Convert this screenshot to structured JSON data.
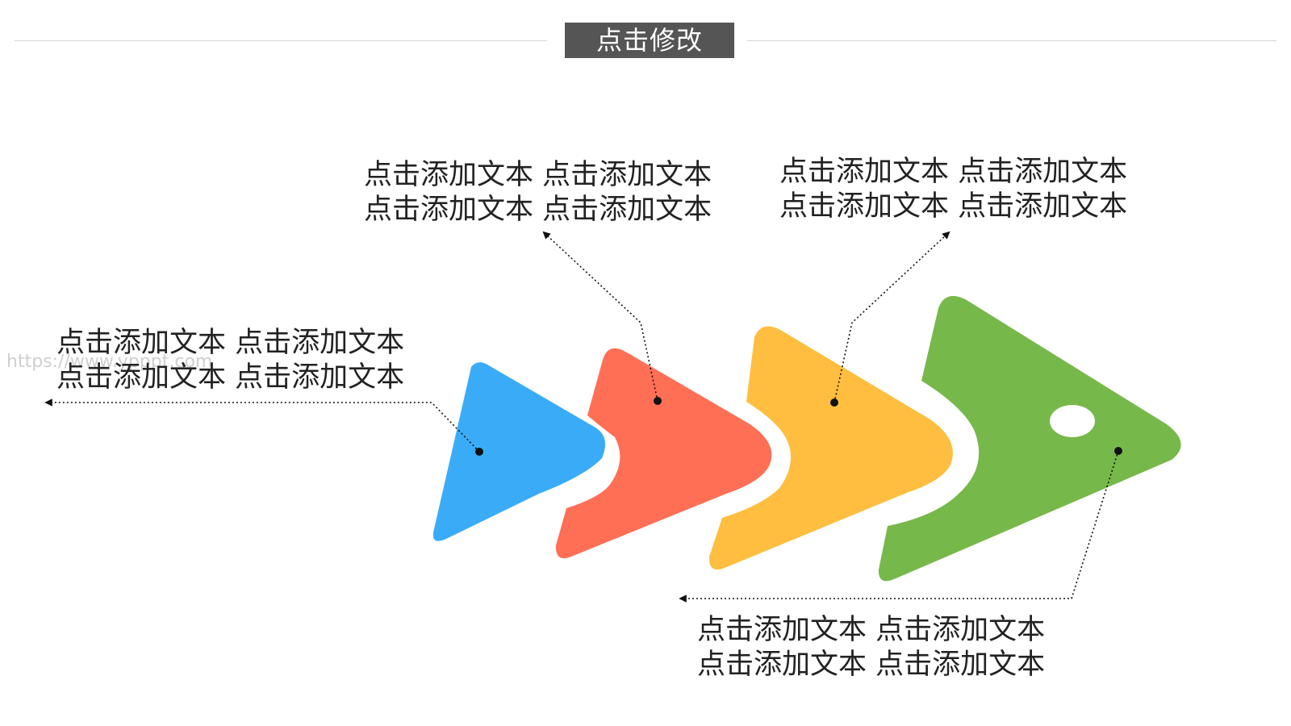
{
  "title": "点击修改",
  "watermark": "https://www.ypppt.com",
  "colors": {
    "blue": "#3aacf7",
    "red": "#ff6f55",
    "yellow": "#ffbe3f",
    "green": "#77b84b",
    "title_bg": "#555555"
  },
  "blocks": [
    {
      "id": "blue-segment",
      "lines": [
        "点击添加文本 点击添加文本",
        "点击添加文本 点击添加文本"
      ]
    },
    {
      "id": "red-segment",
      "lines": [
        "点击添加文本 点击添加文本",
        "点击添加文本 点击添加文本"
      ]
    },
    {
      "id": "yellow-segment",
      "lines": [
        "点击添加文本 点击添加文本",
        "点击添加文本 点击添加文本"
      ]
    },
    {
      "id": "green-segment",
      "lines": [
        "点击添加文本 点击添加文本",
        "点击添加文本 点击添加文本"
      ]
    }
  ]
}
